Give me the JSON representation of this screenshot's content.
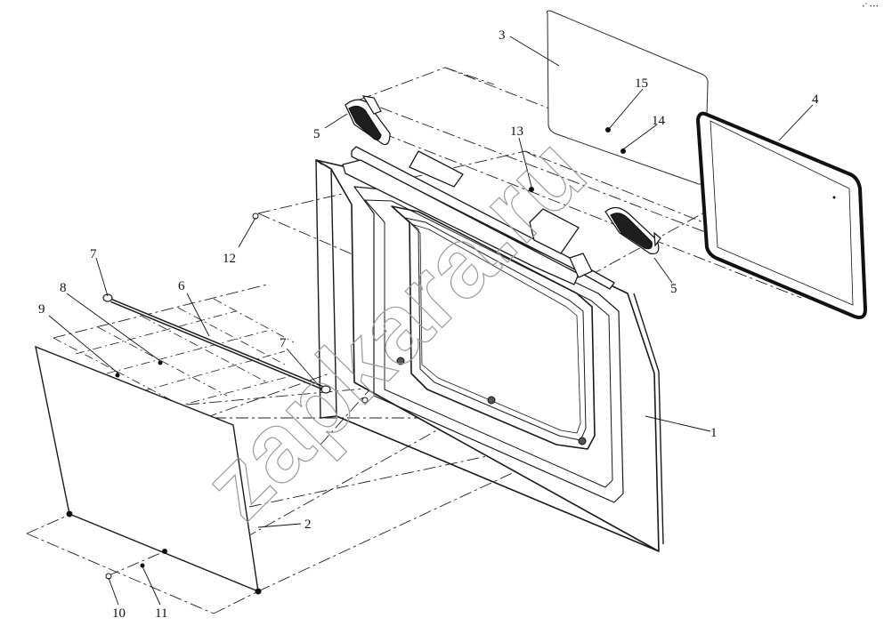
{
  "callouts": [
    "1",
    "2",
    "3",
    "4",
    "5",
    "5",
    "6",
    "7",
    "7",
    "8",
    "9",
    "10",
    "11",
    "12",
    "13",
    "14",
    "15"
  ],
  "watermark": "zapkara.ru",
  "corner_mark": "•˚ •••"
}
